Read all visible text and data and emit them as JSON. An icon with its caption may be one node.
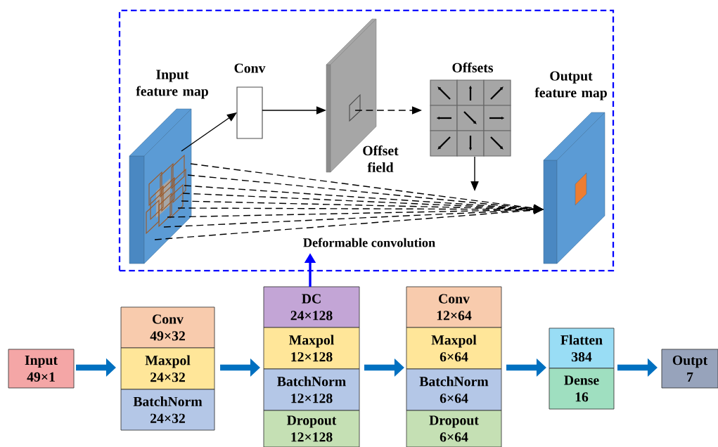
{
  "diagram": {
    "nodes": [
      {
        "text": [
          "Deformable convolution"
        ]
      },
      {
        "text": [
          "Input feature map"
        ],
        "in": 0
      },
      {
        "text": [
          "Conv"
        ],
        "in": 0
      },
      {
        "text": [
          "Offset field"
        ],
        "in": 0
      },
      {
        "text": [
          "Offsets"
        ],
        "in": 0
      },
      {
        "text": [
          "Output feature map"
        ],
        "in": 0
      },
      {
        "text": [
          "Input",
          "49×1"
        ]
      },
      {
        "text": [
          "Conv",
          "49×32"
        ]
      },
      {
        "text": [
          "Maxpol",
          "24×32"
        ]
      },
      {
        "text": [
          "BatchNorm",
          "24×32"
        ]
      },
      {
        "text": [
          "DC",
          "24×128"
        ]
      },
      {
        "text": [
          "Maxpol",
          "12×128"
        ]
      },
      {
        "text": [
          "BatchNorm",
          "12×128"
        ]
      },
      {
        "text": [
          "Dropout",
          "12×128"
        ]
      },
      {
        "text": [
          "Conv",
          "12×64"
        ]
      },
      {
        "text": [
          "Maxpol",
          "6×64"
        ]
      },
      {
        "text": [
          "BatchNorm",
          "6×64"
        ]
      },
      {
        "text": [
          "Dropout",
          "6×64"
        ]
      },
      {
        "text": [
          "Flatten",
          "384"
        ]
      },
      {
        "text": [
          "Dense",
          "16"
        ]
      },
      {
        "text": [
          "Outpt",
          "7"
        ]
      }
    ],
    "edges": [
      {
        "from": 1,
        "to": 2,
        "arrow": "to"
      },
      {
        "from": 2,
        "to": 3,
        "arrow": "to"
      },
      {
        "from": 3,
        "to": 4,
        "arrow": "to",
        "style": "dashed"
      },
      {
        "from": 4,
        "to": null,
        "arrow": "to"
      },
      {
        "from": 1,
        "to": 5,
        "arrow": "to",
        "style": "dashed"
      },
      {
        "from": 1,
        "to": 5,
        "arrow": "to",
        "style": "dashed"
      },
      {
        "from": 1,
        "to": 5,
        "arrow": "to",
        "style": "dashed"
      },
      {
        "from": 1,
        "to": 5,
        "arrow": "to",
        "style": "dashed"
      },
      {
        "from": 1,
        "to": 5,
        "arrow": "to",
        "style": "dashed"
      },
      {
        "from": 1,
        "to": 5,
        "arrow": "to",
        "style": "dashed"
      },
      {
        "from": 1,
        "to": 5,
        "arrow": "to",
        "style": "dashed"
      },
      {
        "from": 1,
        "to": 5,
        "arrow": "to",
        "style": "dashed"
      },
      {
        "from": 1,
        "to": 5,
        "arrow": "to",
        "style": "dashed"
      },
      {
        "from": 10,
        "to": 0,
        "arrow": "to",
        "style": "thick",
        "color": "#0000ff"
      },
      {
        "from": 6,
        "to": 8,
        "arrow": "to",
        "style": "thick",
        "color": "#0070c0"
      },
      {
        "from": 8,
        "to": 11,
        "arrow": "to",
        "style": "thick",
        "color": "#0070c0"
      },
      {
        "from": 11,
        "to": 15,
        "arrow": "to",
        "style": "thick",
        "color": "#0070c0"
      },
      {
        "from": 15,
        "to": 18,
        "arrow": "to",
        "style": "thick",
        "color": "#0070c0"
      },
      {
        "from": 18,
        "to": 20,
        "arrow": "to",
        "style": "thick",
        "color": "#0070c0"
      }
    ]
  }
}
